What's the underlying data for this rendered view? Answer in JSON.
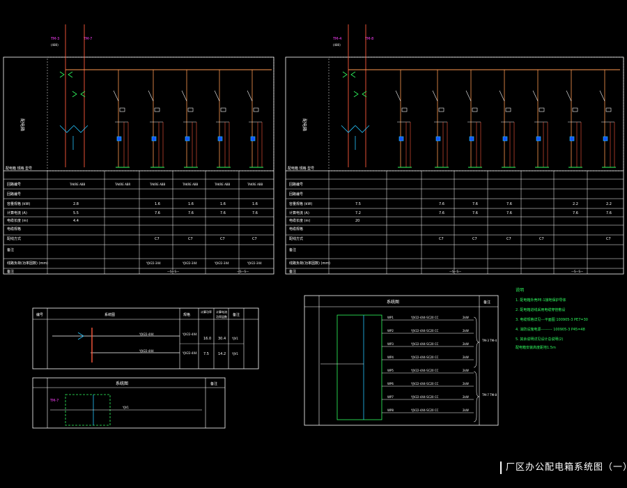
{
  "left_panel": {
    "src1": "TM-3",
    "src2": "TM-7",
    "src_tag": "(480)",
    "row_labels": [
      "回路编号",
      "回路编号",
      "容量规格 (kW)",
      "计算电流 (A)",
      "电缆长度 (m)",
      "电缆规格",
      "配线方式",
      "备注",
      "线路负荷(功率因数)  (mm)",
      "备注"
    ],
    "col_circuits": [
      "TAKRE ABB",
      "TAKRE ABR",
      "TAKRE ABB",
      "TAKRE ABB",
      "TAKRE ABB",
      "TAKRE ABB"
    ],
    "values_kw": [
      "2.8",
      "1.6",
      "1.6",
      "1.6",
      "1.6"
    ],
    "values_a": [
      "5.5",
      "7.6",
      "7.6",
      "7.6",
      "7.6"
    ],
    "values_m": [
      "4.4"
    ],
    "phases": [
      "C7",
      "C7",
      "C7",
      "C7"
    ],
    "footers": [
      "YJV22-3X4",
      "YJV22-3X4",
      "YJV22-3X4",
      "YJV22-3X4"
    ],
    "side_label": "配电箱",
    "bottom_note": "—S—S—"
  },
  "right_panel": {
    "src1": "TM-4",
    "src2": "TM-8",
    "src_tag": "(480)",
    "values_kw": [
      "7.5",
      "7.6",
      "7.6",
      "7.6",
      "2.2",
      "2.2"
    ],
    "values_a": [
      "7.2",
      "7.6",
      "7.6",
      "7.6",
      "7.6",
      "7.6"
    ],
    "values_m": [
      "20"
    ],
    "phases": [
      "C7",
      "C7",
      "C7",
      "C7",
      "C7"
    ],
    "bottom_note": "—S—S—"
  },
  "small_table": {
    "headers": [
      "编号",
      "系统图",
      "规格",
      "计算功率",
      "计算电流",
      "功率因数",
      "备注"
    ],
    "row1": [
      "YJV22-4X4",
      "16.0",
      "30.4",
      "YJV1"
    ],
    "row2": [
      "YJV22-4X4",
      "7.5",
      "14.2",
      "YJV1"
    ]
  },
  "small_box": {
    "title": "系统图",
    "note_col": "备注",
    "circuit": "YJV1",
    "label": "TM-7"
  },
  "mid_box": {
    "title": "系统图",
    "note_col": "备注",
    "rows": [
      "WP1",
      "WP2",
      "WP3",
      "WP4",
      "WP5",
      "WP6",
      "WP7",
      "WP8"
    ],
    "cables": [
      "YJV22-4X4-SC20 CC",
      "YJV22-4X4-SC20 CC",
      "YJV22-4X4-SC20 CC",
      "YJV22-4X4-SC20 CC",
      "YJV22-4X4-SC20 CC",
      "YJV22-4X4-SC20 CC",
      "YJV22-4X4-SC20 CC",
      "YJV22-4X4-SC20 CC"
    ],
    "loads": [
      "2kW",
      "2kW",
      "2kW",
      "2kW",
      "2kW",
      "2kW",
      "2kW",
      "2kW"
    ],
    "group_a": "TM-3 TM-4",
    "group_b": "TM-7 TM-8"
  },
  "notes": {
    "title": "说明",
    "lines": [
      "1. 配电箱外壳PE-1接地保护导体",
      "2. 配电箱进线采用电缆穿管敷设",
      "3. 电缆规格详见---平面图  100905-3   PE7=30",
      "4. 消防设施电源---------  100905-3   P45=48",
      "5. 其余说明详见设计总说明(2)",
      "   配电箱安装高度距地1.5m"
    ]
  },
  "footer_title": "厂区办公配电箱系统图（一）",
  "colors": {
    "line": "#ffffff",
    "accent_red": "#ff5a3c",
    "accent_cyan": "#26c6ff",
    "accent_green": "#30ff60",
    "accent_magenta": "#ff40ff",
    "accent_yellow": "#ffe000",
    "accent_orange": "#ff9a50"
  }
}
